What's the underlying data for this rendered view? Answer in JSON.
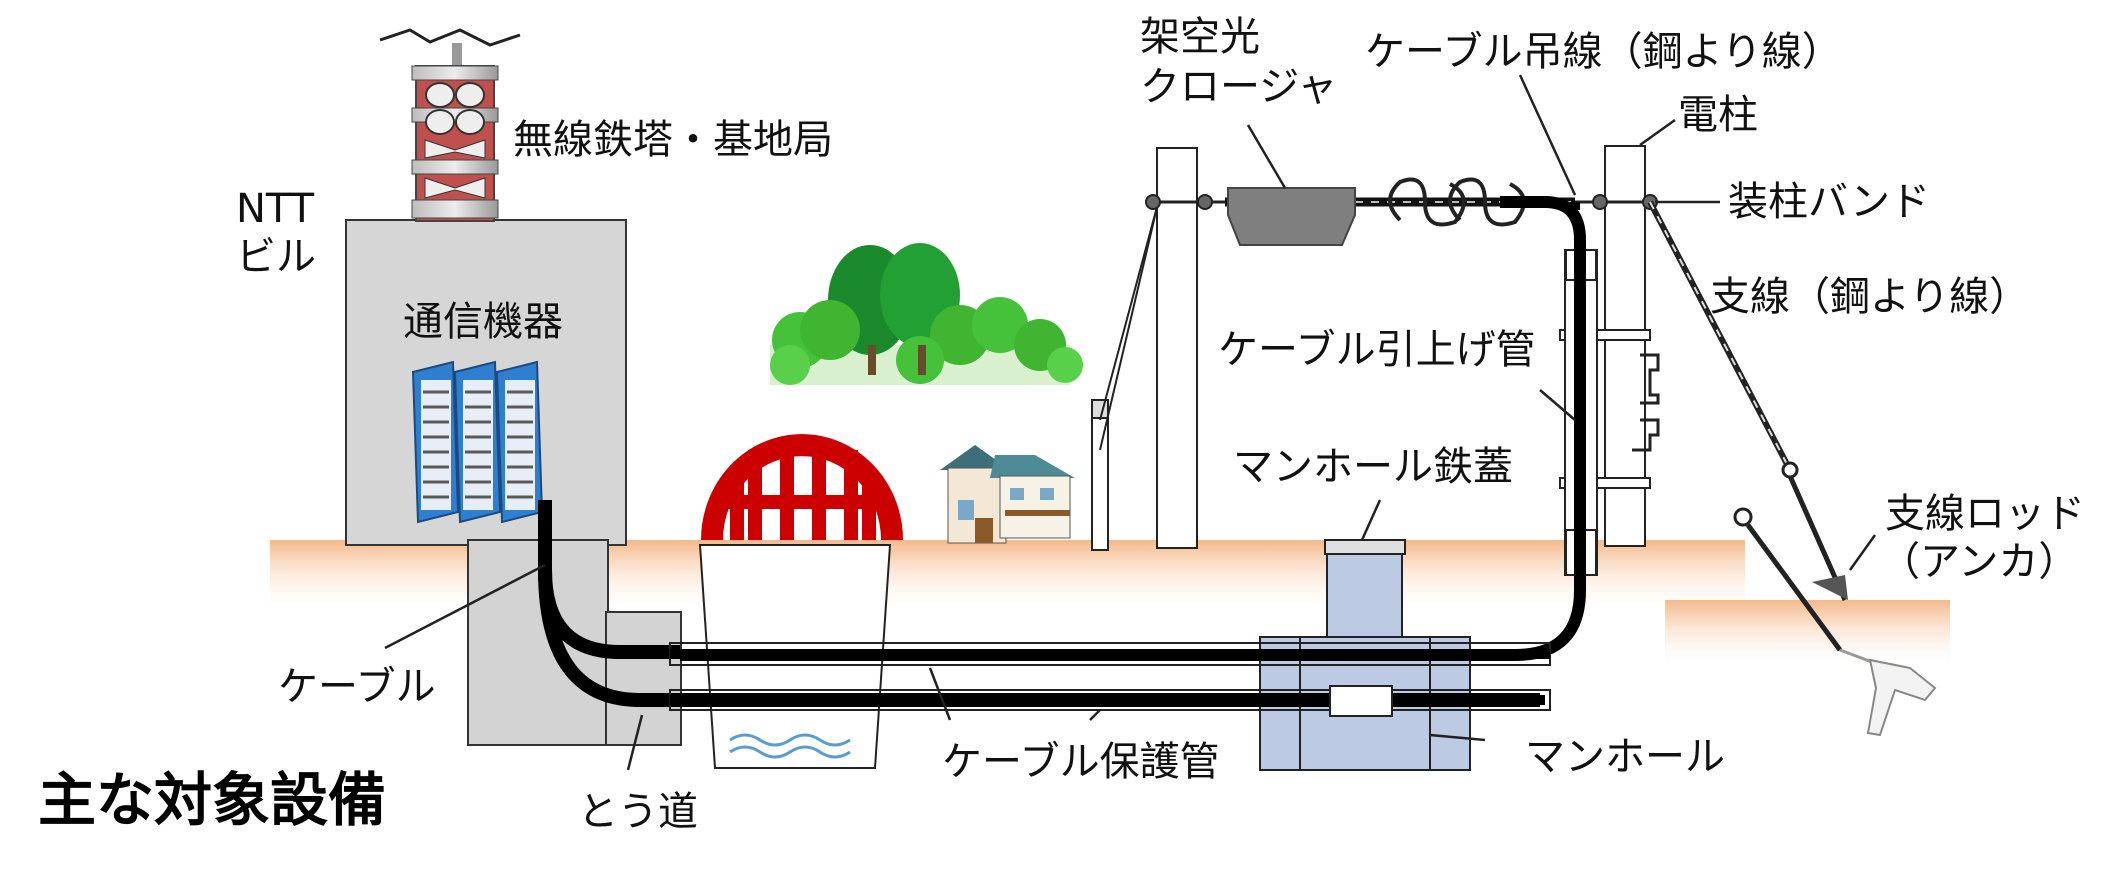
{
  "labels": {
    "tower": "無線鉄塔・基地局",
    "ntt_line1": "NTT",
    "ntt_line2": "ビル",
    "equipment": "通信機器",
    "closure_line1": "架空光",
    "closure_line2": "クロージャ",
    "messenger": "ケーブル吊線（鋼より線）",
    "pole": "電柱",
    "pole_band": "装柱バンド",
    "guy_wire": "支線（鋼より線）",
    "riser": "ケーブル引上げ管",
    "manhole_cover": "マンホール鉄蓋",
    "guy_rod_line1": "支線ロッド",
    "guy_rod_line2": "（アンカ）",
    "cable": "ケーブル",
    "tunnel": "とう道",
    "conduit": "ケーブル保護管",
    "manhole": "マンホール",
    "main_title": "主な対象設備"
  },
  "colors": {
    "ground": "#f7c9a0",
    "building": "#d6d6d6",
    "manhole": "#bccbe3",
    "bridge": "#cc0000",
    "trees": "#3fae2e",
    "rack": "#3a8ee0",
    "cable": "#000000"
  }
}
